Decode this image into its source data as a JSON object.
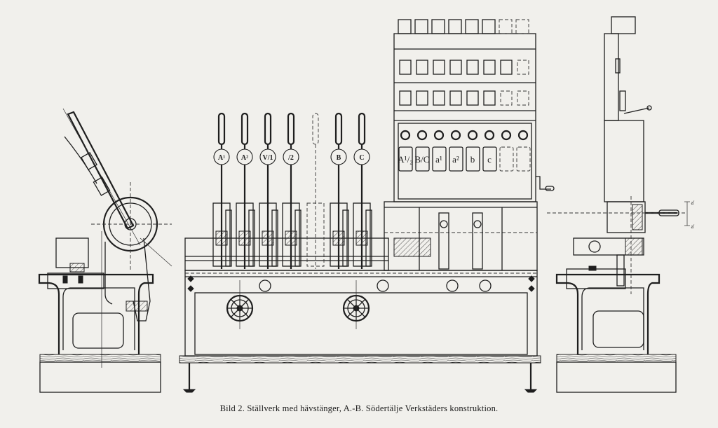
{
  "figure": {
    "caption": "Bild 2.  Ställverk med hävstänger, A.-B. Södertälje Verkstäders konstruktion.",
    "lever_labels": [
      "A¹",
      "A²",
      "V/1",
      "/2",
      "",
      "B",
      "C"
    ],
    "panel_labels": [
      "A¹/₂",
      "B/C",
      "a¹",
      "a²",
      "b",
      "c",
      "",
      ""
    ],
    "dimension_marks": [
      "a'",
      "a'"
    ]
  }
}
